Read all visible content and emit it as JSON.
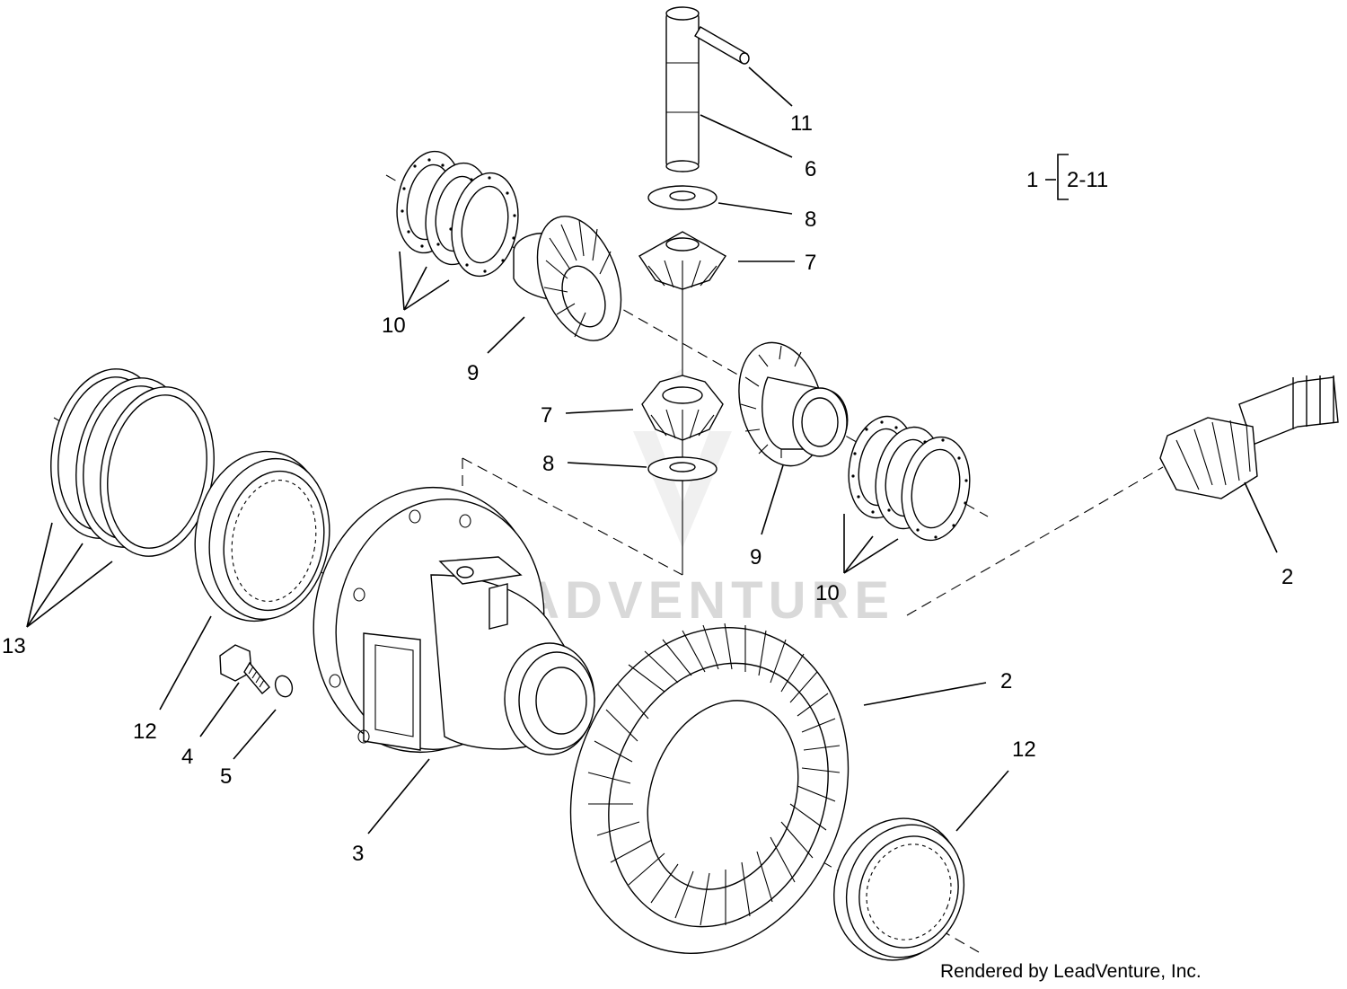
{
  "watermark": {
    "text": "LEADVENTURE"
  },
  "credit": {
    "text": "Rendered by LeadVenture, Inc."
  },
  "legend": {
    "assembly": "1",
    "range": "2-11"
  },
  "callouts": [
    {
      "id": "c11",
      "text": "11"
    },
    {
      "id": "c6",
      "text": "6"
    },
    {
      "id": "c8a",
      "text": "8"
    },
    {
      "id": "c7a",
      "text": "7"
    },
    {
      "id": "c10a",
      "text": "10"
    },
    {
      "id": "c9a",
      "text": "9"
    },
    {
      "id": "c7b",
      "text": "7"
    },
    {
      "id": "c8b",
      "text": "8"
    },
    {
      "id": "c9b",
      "text": "9"
    },
    {
      "id": "c10b",
      "text": "10"
    },
    {
      "id": "c2a",
      "text": "2"
    },
    {
      "id": "c13",
      "text": "13"
    },
    {
      "id": "c12a",
      "text": "12"
    },
    {
      "id": "c4",
      "text": "4"
    },
    {
      "id": "c5",
      "text": "5"
    },
    {
      "id": "c3",
      "text": "3"
    },
    {
      "id": "c2b",
      "text": "2"
    },
    {
      "id": "c12b",
      "text": "12"
    }
  ],
  "icons": [
    "watermark-logo-icon"
  ]
}
